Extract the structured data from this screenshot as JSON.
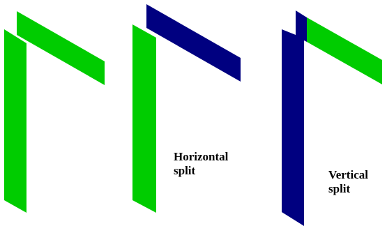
{
  "colors": {
    "background": "#ffffff",
    "green": "#00cc00",
    "navy": "#000080",
    "text": "#000000"
  },
  "figures": [
    {
      "id": "unsplit",
      "vertical_color": "green",
      "horizontal_color": "green",
      "caption_lines": []
    },
    {
      "id": "horizontal-split",
      "vertical_color": "green",
      "horizontal_color": "navy",
      "caption_lines": [
        "Horizontal",
        "split"
      ]
    },
    {
      "id": "vertical-split",
      "vertical_color": "navy",
      "horizontal_color": "green",
      "caption_lines": [
        "Vertical",
        "split"
      ]
    }
  ],
  "captions": {
    "horizontal": {
      "line1": "Horizontal",
      "line2": "split"
    },
    "vertical": {
      "line1": "Vertical",
      "line2": "split"
    }
  }
}
